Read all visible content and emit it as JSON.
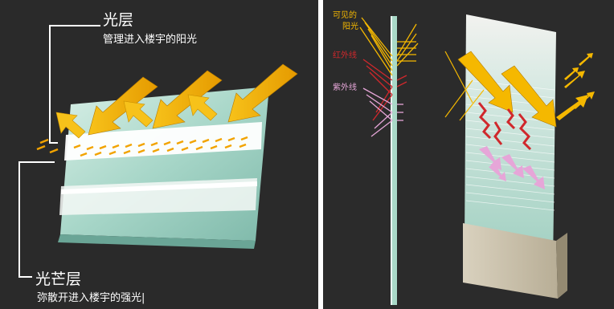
{
  "left_panel": {
    "light_layer_title": "光层",
    "light_layer_desc": "管理进入楼宇的阳光",
    "glare_layer_title": "光芒层",
    "glare_layer_desc": "弥散开进入楼宇的强光|"
  },
  "right_panel": {
    "visible_light_line1": "可见的",
    "visible_light_line2": "阳光",
    "infrared_label": "红外线",
    "ultraviolet_label": "紫外线"
  },
  "colors": {
    "background": "#2a2a2a",
    "visible_light": "#f5b800",
    "infrared": "#d0282c",
    "ultraviolet": "#e6a6d8",
    "glass": "#9fd3c4",
    "label_text": "#ffffff"
  }
}
